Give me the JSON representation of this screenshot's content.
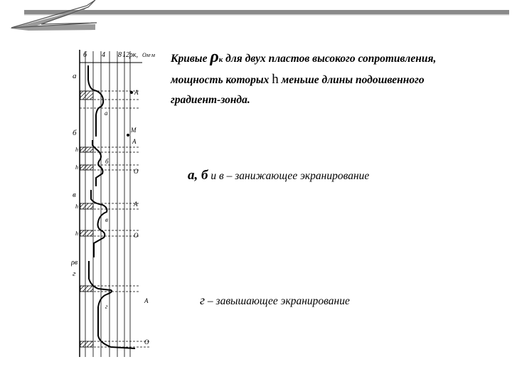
{
  "caption": {
    "word1": "Кривые",
    "rho": "ρ",
    "sub": "к",
    "rest1": " для двух пластов высокого сопротивления, мощность которых ",
    "h": "h",
    "rest2": " меньше длины подошвенного градиент-зонда."
  },
  "note_ab": {
    "a": "а,",
    "b": " б",
    "and": " и ",
    "v": "в",
    "text": " – занижающее экранирование"
  },
  "note_g": {
    "g": "г",
    "text": " – завышающее экранирование"
  },
  "diagram": {
    "header_labels": [
      "б",
      "4",
      "8",
      "12",
      "ρк,",
      "Ом·м"
    ],
    "panel_letters": [
      "а",
      "б",
      "в",
      "г"
    ],
    "inner_letters": [
      "а",
      "б",
      "в",
      "г"
    ],
    "electrode_labels": [
      "A",
      "M",
      "A",
      "O",
      "A",
      "O",
      "A",
      "O"
    ],
    "h_labels": [
      "h",
      "h",
      "h",
      "h"
    ],
    "rho_label": "ρв",
    "accent_color": "#000000",
    "header_deco_color": "#808080"
  }
}
